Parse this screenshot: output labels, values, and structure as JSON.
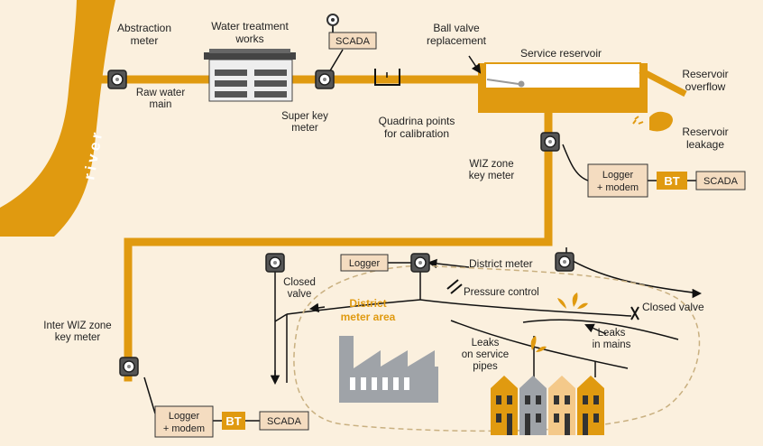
{
  "labels": {
    "river": "river",
    "abstraction_meter": [
      "Abstraction",
      "meter"
    ],
    "water_treatment_works": [
      "Water treatment",
      "works"
    ],
    "raw_water_main": [
      "Raw water",
      "main"
    ],
    "scada_top": "SCADA",
    "super_key_meter": [
      "Super key",
      "meter"
    ],
    "quadrina_points": [
      "Quadrina points",
      "for calibration"
    ],
    "ball_valve_replacement": [
      "Ball valve",
      "replacement"
    ],
    "service_reservoir": "Service reservoir",
    "reservoir_overflow": [
      "Reservoir",
      "overflow"
    ],
    "reservoir_leakage": [
      "Reservoir",
      "leakage"
    ],
    "wiz_zone_key_meter": [
      "WIZ zone",
      "key meter"
    ],
    "logger_modem_right": [
      "Logger",
      "+ modem"
    ],
    "bt_right": "BT",
    "scada_right": "SCADA",
    "logger_mid": "Logger",
    "district_meter": "District meter",
    "closed_valve_left": [
      "Closed",
      "valve"
    ],
    "district_meter_area": [
      "District",
      "meter area"
    ],
    "pressure_control": "Pressure control",
    "closed_valve_right": "Closed valve",
    "leaks_in_mains": [
      "Leaks",
      "in mains"
    ],
    "leaks_on_service_pipes": [
      "Leaks",
      "on service",
      "pipes"
    ],
    "inter_wiz_zone_key_meter": [
      "Inter WIZ zone",
      "key meter"
    ],
    "logger_modem_bottom": [
      "Logger",
      "+ modem"
    ],
    "bt_bottom": "BT",
    "scada_bottom": "SCADA"
  },
  "colors": {
    "background": "#fbf0de",
    "pipe": "#e09a10",
    "label_box": "#f4dcc0",
    "bt_box": "#e09a10",
    "factory": "#9fa3a8",
    "dma_dash": "#c9b080"
  }
}
